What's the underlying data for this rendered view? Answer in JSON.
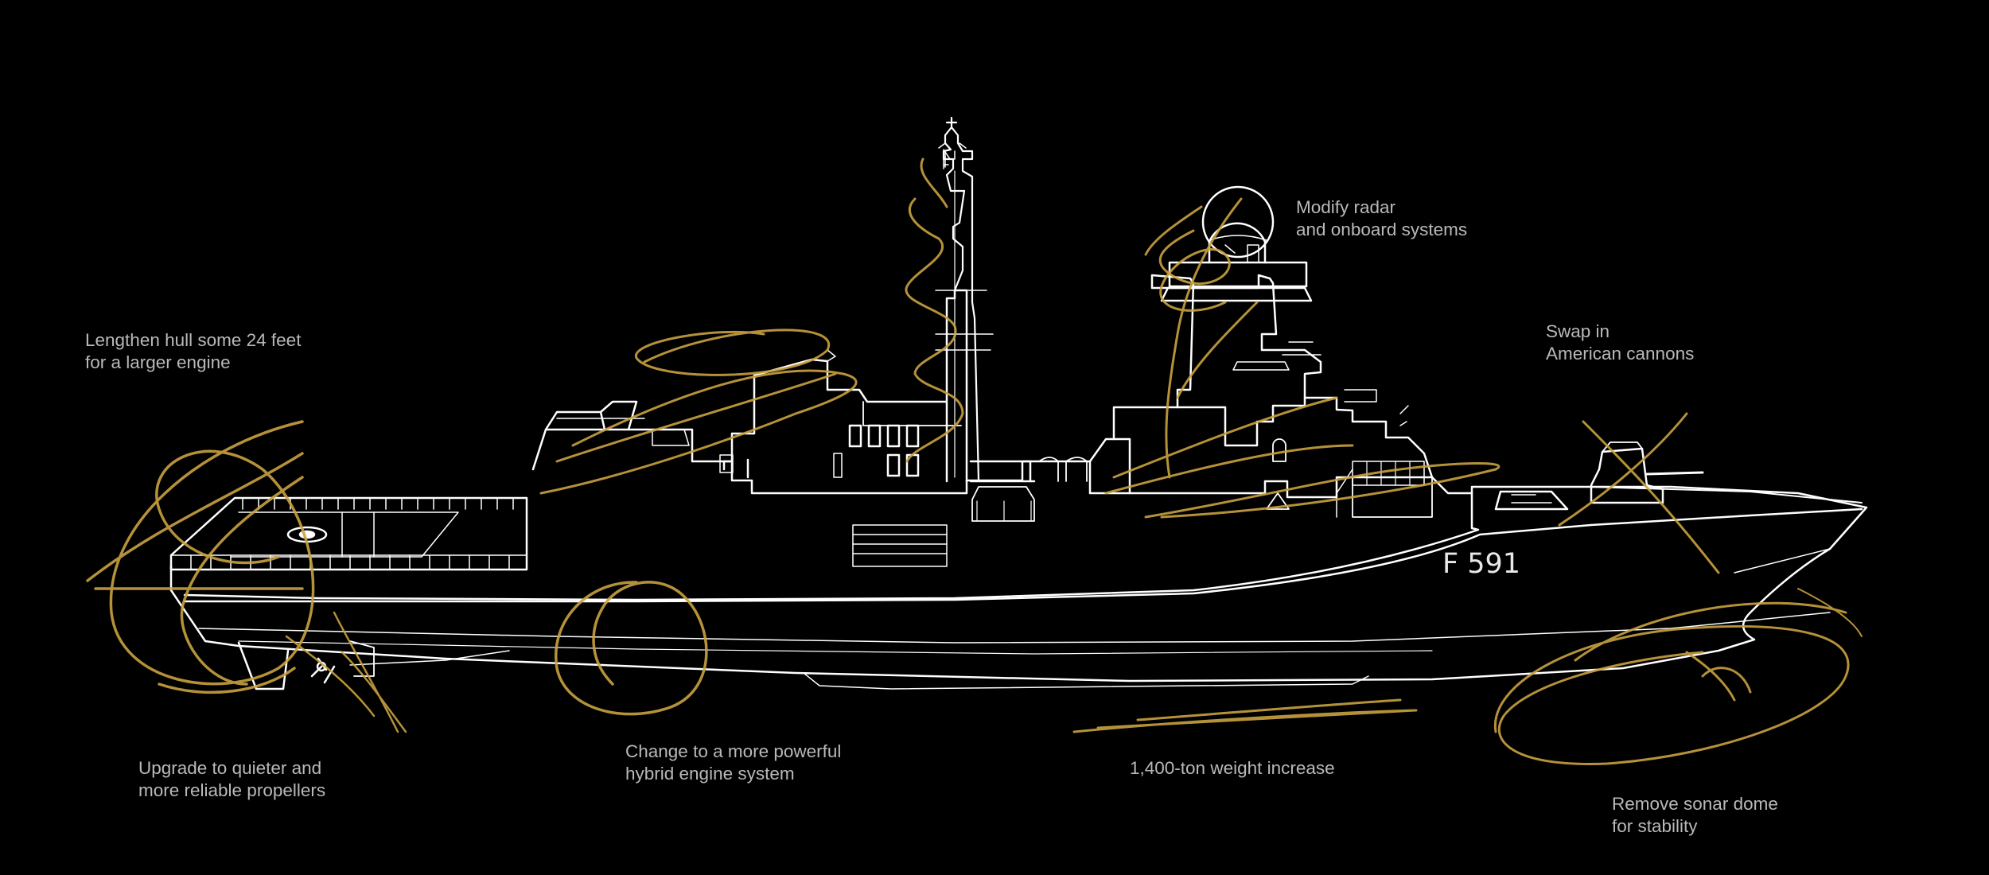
{
  "annotations": {
    "hull": [
      "Lengthen hull some 24 feet",
      "for a larger engine"
    ],
    "radar": [
      "Modify radar",
      "and onboard systems"
    ],
    "cannons": [
      "Swap in",
      "American cannons"
    ],
    "propellers": [
      "Upgrade to quieter and",
      "more reliable propellers"
    ],
    "engine": [
      "Change to a more powerful",
      "hybrid engine system"
    ],
    "weight": [
      "1,400-ton weight increase"
    ],
    "sonar": [
      "Remove sonar dome",
      "for stability"
    ]
  },
  "ship": {
    "hull_number": "F 591"
  },
  "colors": {
    "background": "#000000",
    "line": "#ffffff",
    "annotation_text": "#b9b9b9",
    "scribble": "#c9a23f"
  }
}
